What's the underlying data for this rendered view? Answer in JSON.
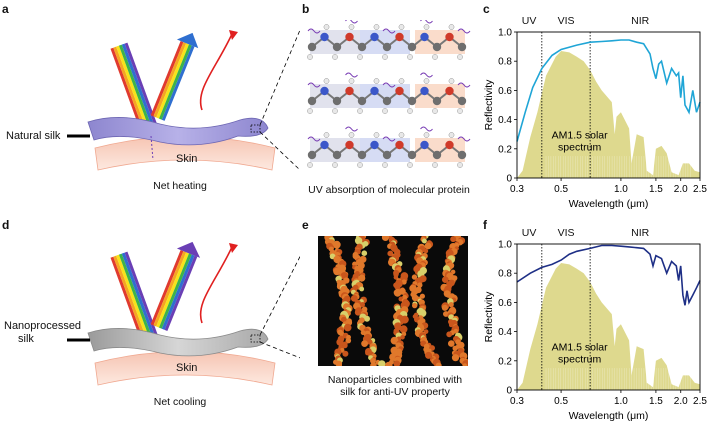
{
  "panels": {
    "a": {
      "letter": "a",
      "material_label": "Natural silk",
      "skin_label": "Skin",
      "caption": "Net heating"
    },
    "b": {
      "letter": "b",
      "caption": "UV absorption of molecular protein"
    },
    "c": {
      "letter": "c"
    },
    "d": {
      "letter": "d",
      "material_label_line1": "Nanoprocessed",
      "material_label_line2": "silk",
      "skin_label": "Skin",
      "caption": "Net cooling"
    },
    "e": {
      "letter": "e",
      "caption_line1": "Nanoparticles combined with",
      "caption_line2": "silk for anti-UV property"
    },
    "f": {
      "letter": "f"
    }
  },
  "chart_data": [
    {
      "panel": "c",
      "type": "line",
      "xlabel": "Wavelength (μm)",
      "ylabel": "Reflectivity",
      "x_scale": "log",
      "xlim": [
        0.3,
        2.5
      ],
      "ylim": [
        0,
        1.0
      ],
      "x_ticks": [
        "0.3",
        "0.5",
        "1.0",
        "1.5",
        "2.0",
        "2.5"
      ],
      "y_ticks": [
        "0",
        "0.2",
        "0.4",
        "0.6",
        "0.8",
        "1.0"
      ],
      "region_labels": [
        "UV",
        "VIS",
        "NIR"
      ],
      "region_boundaries": [
        0.4,
        0.7
      ],
      "solar_label_line1": "AM1.5 solar",
      "solar_label_line2": "spectrum",
      "series": [
        {
          "color": "#1fa5d6",
          "x": [
            0.3,
            0.33,
            0.36,
            0.4,
            0.45,
            0.5,
            0.6,
            0.7,
            0.8,
            0.9,
            1.0,
            1.1,
            1.2,
            1.3,
            1.4,
            1.45,
            1.5,
            1.55,
            1.6,
            1.7,
            1.8,
            1.9,
            1.95,
            2.0,
            2.05,
            2.1,
            2.2,
            2.3,
            2.4,
            2.5
          ],
          "y": [
            0.25,
            0.45,
            0.62,
            0.75,
            0.84,
            0.88,
            0.91,
            0.93,
            0.935,
            0.94,
            0.945,
            0.945,
            0.93,
            0.92,
            0.85,
            0.75,
            0.68,
            0.78,
            0.8,
            0.65,
            0.75,
            0.7,
            0.72,
            0.55,
            0.7,
            0.5,
            0.45,
            0.6,
            0.45,
            0.52
          ]
        }
      ]
    },
    {
      "panel": "f",
      "type": "line",
      "xlabel": "Wavelength (μm)",
      "ylabel": "Reflectivity",
      "x_scale": "log",
      "xlim": [
        0.3,
        2.5
      ],
      "ylim": [
        0,
        1.0
      ],
      "x_ticks": [
        "0.3",
        "0.5",
        "1.0",
        "1.5",
        "2.0",
        "2.5"
      ],
      "y_ticks": [
        "0",
        "0.2",
        "0.4",
        "0.6",
        "0.8",
        "1.0"
      ],
      "region_labels": [
        "UV",
        "VIS",
        "NIR"
      ],
      "region_boundaries": [
        0.4,
        0.7
      ],
      "solar_label_line1": "AM1.5 solar",
      "solar_label_line2": "spectrum",
      "series": [
        {
          "color": "#1e2f86",
          "x": [
            0.3,
            0.35,
            0.4,
            0.45,
            0.5,
            0.55,
            0.6,
            0.7,
            0.8,
            0.9,
            1.0,
            1.1,
            1.2,
            1.3,
            1.4,
            1.45,
            1.5,
            1.6,
            1.7,
            1.8,
            1.9,
            1.95,
            2.0,
            2.05,
            2.1,
            2.15,
            2.2,
            2.3,
            2.4,
            2.5
          ],
          "y": [
            0.74,
            0.8,
            0.84,
            0.86,
            0.89,
            0.93,
            0.95,
            0.97,
            0.99,
            0.99,
            0.985,
            0.98,
            0.975,
            0.97,
            0.93,
            0.85,
            0.92,
            0.9,
            0.8,
            0.88,
            0.85,
            0.75,
            0.85,
            0.65,
            0.58,
            0.68,
            0.6,
            0.65,
            0.7,
            0.75
          ]
        }
      ]
    }
  ]
}
